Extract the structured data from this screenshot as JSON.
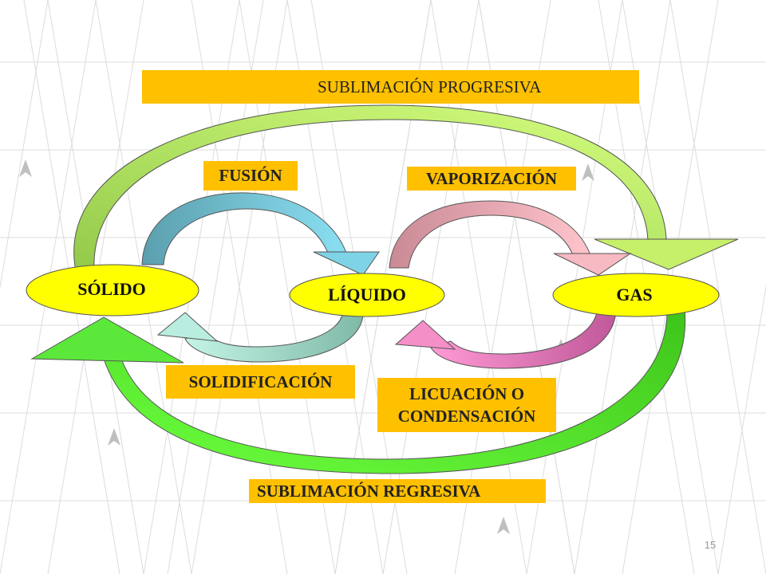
{
  "labels": {
    "sublimacion_progresiva": "SUBLIMACIÓN PROGRESIVA",
    "fusion": "FUSIÓN",
    "vaporizacion": "VAPORIZACIÓN",
    "solidificacion": "SOLIDIFICACIÓN",
    "licuacion_line1": "LICUACIÓN O",
    "licuacion_line2": "CONDENSACIÓN",
    "sublimacion_regresiva": "SUBLIMACIÓN REGRESIVA"
  },
  "states": {
    "solido": "SÓLIDO",
    "liquido": "LÍQUIDO",
    "gas": "GAS"
  },
  "page_number": "15",
  "colors": {
    "label_fill": "#ffc000",
    "state_fill": "#ffff00",
    "fusion_arrow": "#7fd3e6",
    "solidificacion_arrow": "#b8ede0",
    "vaporizacion_arrow": "#f7b9c2",
    "licuacion_arrow": "#f48fc8",
    "sublimacion_progresiva_arrow": "#c6f06a",
    "sublimacion_regresiva_arrow": "#5ce83a"
  }
}
